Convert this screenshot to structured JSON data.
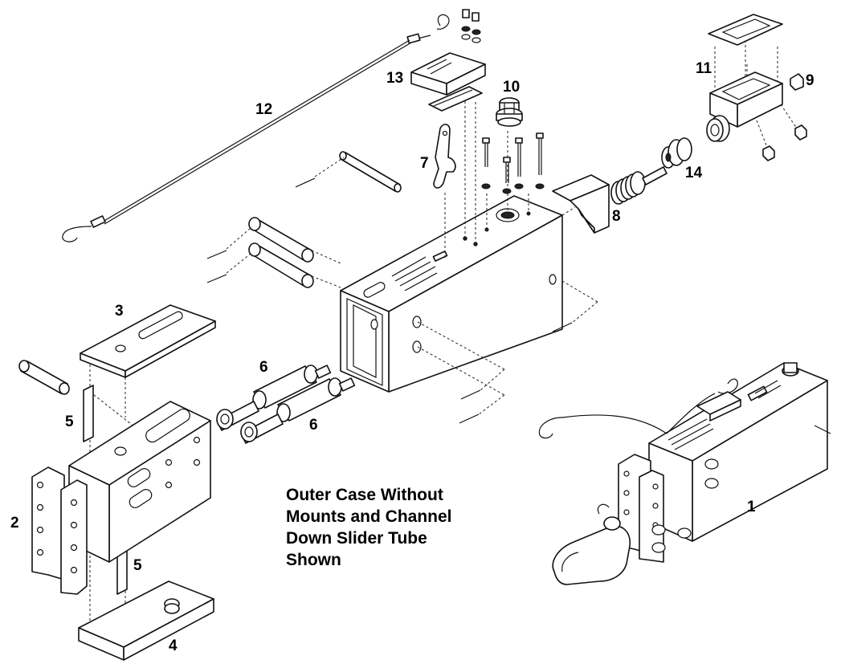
{
  "labels": {
    "p1": "1",
    "p2": "2",
    "p3": "3",
    "p4": "4",
    "p5a": "5",
    "p5b": "5",
    "p6a": "6",
    "p6b": "6",
    "p7": "7",
    "p8": "8",
    "p9": "9",
    "p10": "10",
    "p11": "11",
    "p12": "12",
    "p13": "13",
    "p14": "14"
  },
  "caption": {
    "line1": "Outer Case Without",
    "line2": "Mounts and Channel",
    "line3": "Down Slider Tube",
    "line4": "Shown"
  }
}
